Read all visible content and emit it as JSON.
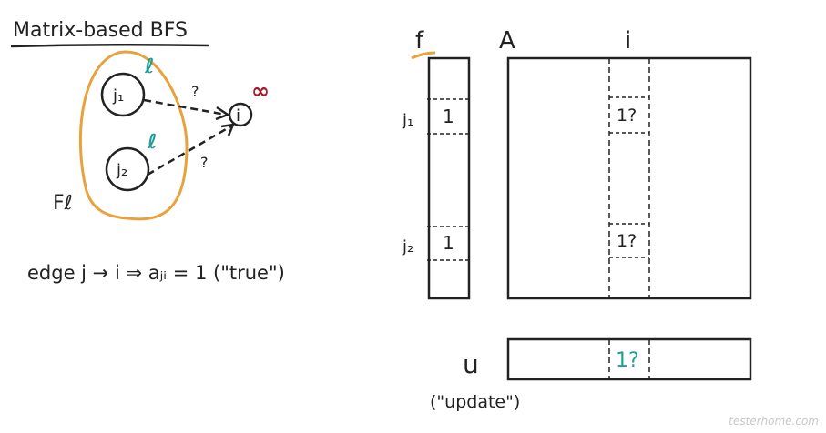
{
  "title": "Matrix-based BFS",
  "frontier": {
    "node_label_1": "j₁",
    "node_label_2": "j₂",
    "level_mark_1": "ℓ",
    "level_mark_2": "ℓ",
    "set_label": "Fℓ",
    "target_node": "i",
    "infinity": "∞",
    "edge_question_1": "?",
    "edge_question_2": "?"
  },
  "edge_rule": "edge j → i ⇒ aⱼᵢ = 1 (\"true\")",
  "vector_f": {
    "label": "f",
    "row_label_1": "j₁",
    "row_label_2": "j₂",
    "value_1": "1",
    "value_2": "1"
  },
  "matrix_a": {
    "label": "A",
    "column_label": "i",
    "cell_1": "1?",
    "cell_2": "1?"
  },
  "vector_u": {
    "label": "u",
    "caption": "(\"update\")",
    "cell": "1?"
  },
  "watermark": "testerhome.com",
  "colors": {
    "frontier_outline": "#e8a23b",
    "teal": "#1f9e97",
    "infinity_red": "#a3192b",
    "ink": "#222222"
  }
}
